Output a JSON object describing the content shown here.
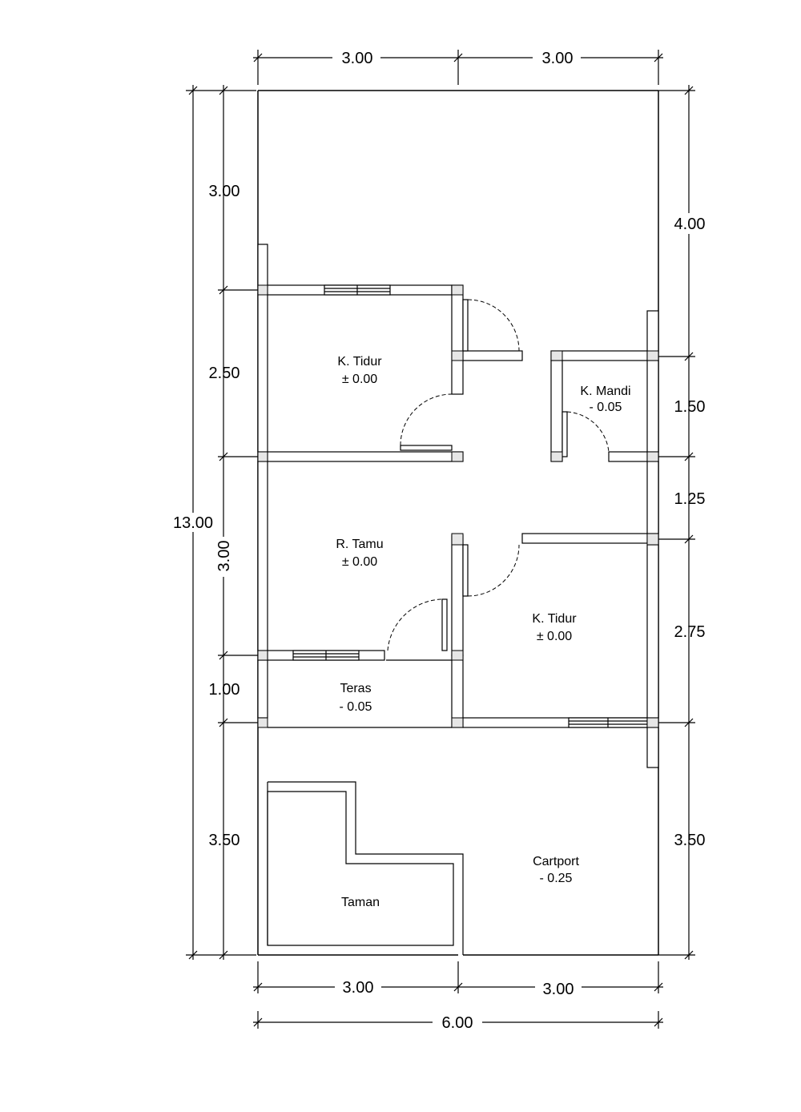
{
  "dimensions": {
    "top_left": "3.00",
    "top_right": "3.00",
    "left_1": "3.00",
    "left_2": "2.50",
    "left_3": "3.00",
    "left_4": "1.00",
    "left_5": "3.50",
    "left_total": "13.00",
    "right_1": "4.00",
    "right_2": "1.50",
    "right_3": "1.25",
    "right_4": "2.75",
    "right_5": "3.50",
    "bottom_left": "3.00",
    "bottom_right": "3.00",
    "bottom_total": "6.00"
  },
  "rooms": {
    "bedroom_1": {
      "name": "K. Tidur",
      "level": "± 0.00"
    },
    "bathroom": {
      "name": "K. Mandi",
      "level": "- 0.05"
    },
    "living_room": {
      "name": "R. Tamu",
      "level": "± 0.00"
    },
    "bedroom_2": {
      "name": "K. Tidur",
      "level": "± 0.00"
    },
    "terrace": {
      "name": "Teras",
      "level": "- 0.05"
    },
    "carport": {
      "name": "Cartport",
      "level": "- 0.25"
    },
    "garden": {
      "name": "Taman"
    }
  }
}
